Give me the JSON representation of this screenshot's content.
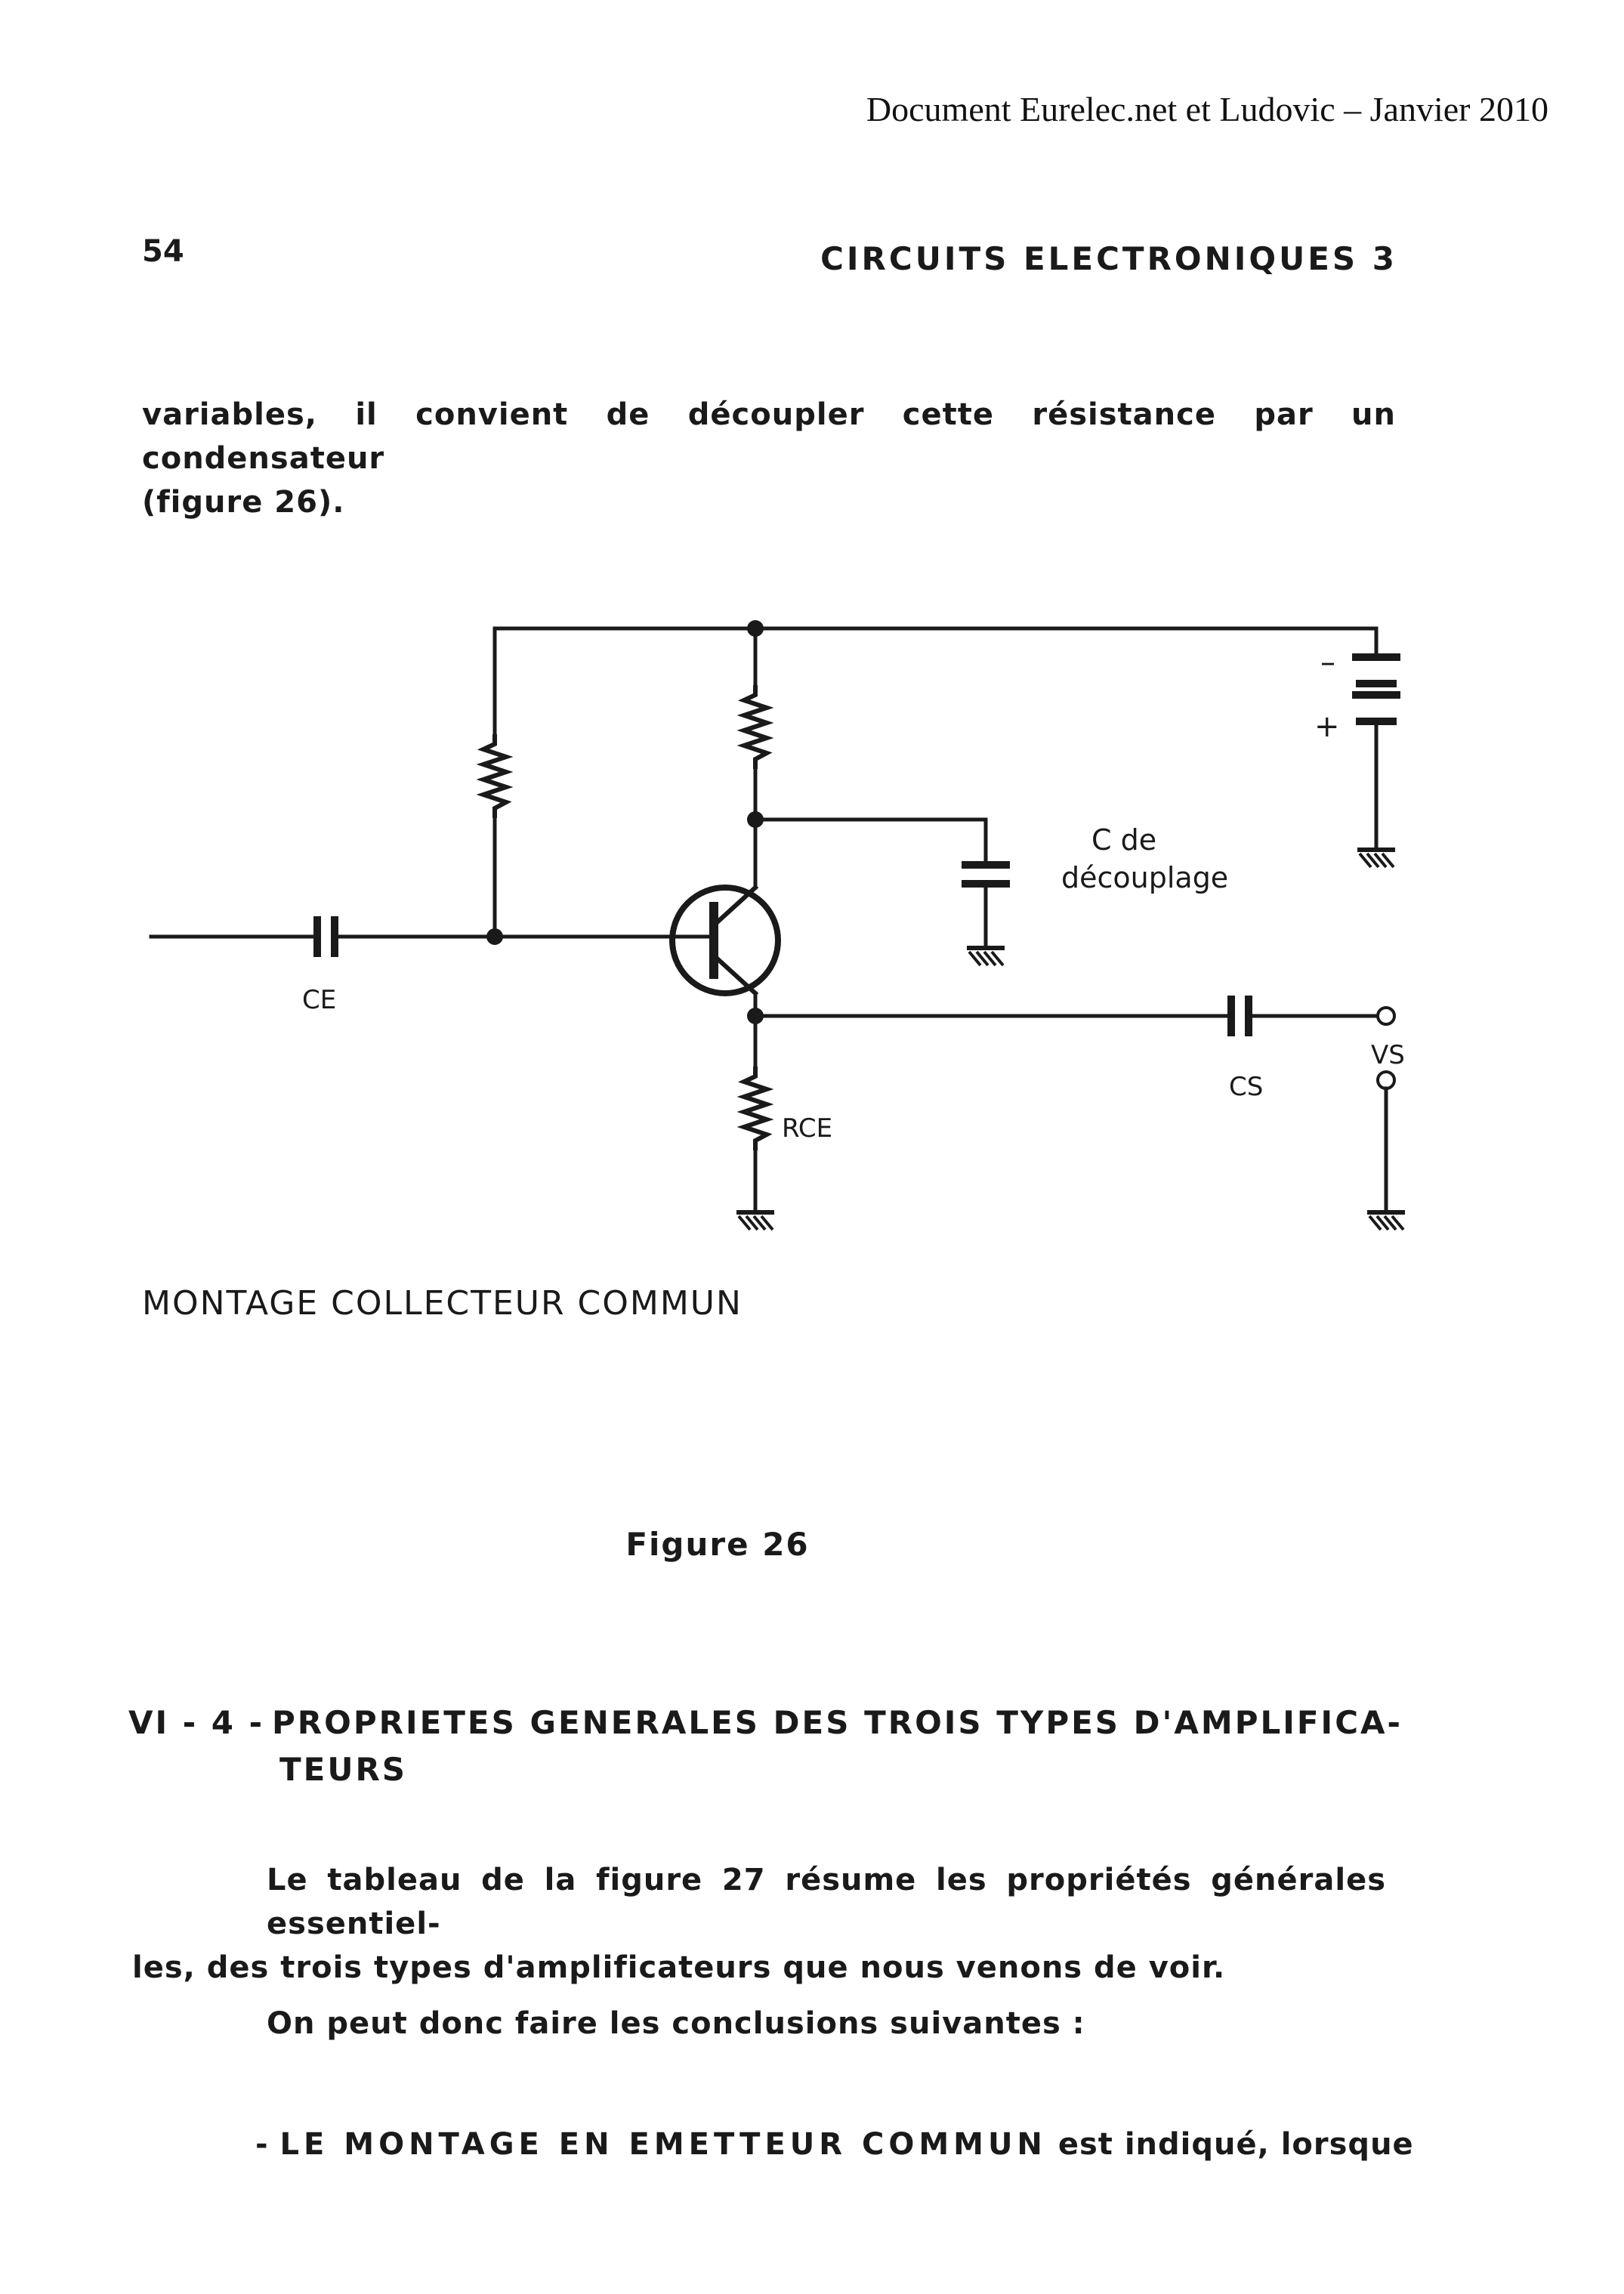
{
  "header_note": "Document Eurelec.net et Ludovic – Janvier 2010",
  "page_number": "54",
  "running_title": "CIRCUITS ELECTRONIQUES 3",
  "intro_paragraph": {
    "line1": "variables, il convient de découpler cette résistance par un condensateur",
    "line2": "(figure 26)."
  },
  "circuit": {
    "labels": {
      "battery_minus": "–",
      "battery_plus": "+",
      "bypass_cap_line1": "C de",
      "bypass_cap_line2": "découplage",
      "input_cap": "CE",
      "output_cap": "CS",
      "emitter_resistor": "RCE",
      "output_terminal": "VS"
    }
  },
  "caption": "MONTAGE COLLECTEUR COMMUN",
  "figure_label": "Figure 26",
  "section": {
    "number": "VI - 4 -",
    "title_line1": "PROPRIETES GENERALES DES TROIS TYPES D'AMPLIFICA-",
    "title_line2": "TEURS"
  },
  "paragraph2": {
    "line1": "Le tableau de la figure 27 résume les propriétés générales essentiel-",
    "line2": "les, des trois types d'amplificateurs que nous venons de voir."
  },
  "paragraph3": "On peut donc faire les conclusions suivantes :",
  "paragraph4": {
    "dash": "- ",
    "caps": "LE MONTAGE EN EMETTEUR COMMUN",
    "rest": " est indiqué, lorsque"
  }
}
